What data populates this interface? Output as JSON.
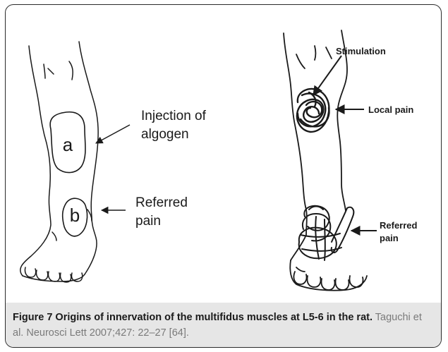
{
  "figure": {
    "left_panel": {
      "label_a": "a",
      "label_b": "b",
      "injection_label_lines": [
        "Injection of",
        "algogen"
      ],
      "referred_label_lines": [
        "Referred",
        "pain"
      ]
    },
    "right_panel": {
      "stimulation_label": "Stimulation",
      "local_pain_label": "Local pain",
      "referred_label_lines": [
        "Referred",
        "pain"
      ]
    },
    "caption": {
      "title": "Figure 7 Origins of innervation of the multifidus muscles at L5-6 in the rat.",
      "citation": " Taguchi et al. Neurosci Lett 2007;427: 22–27 [64]."
    }
  }
}
